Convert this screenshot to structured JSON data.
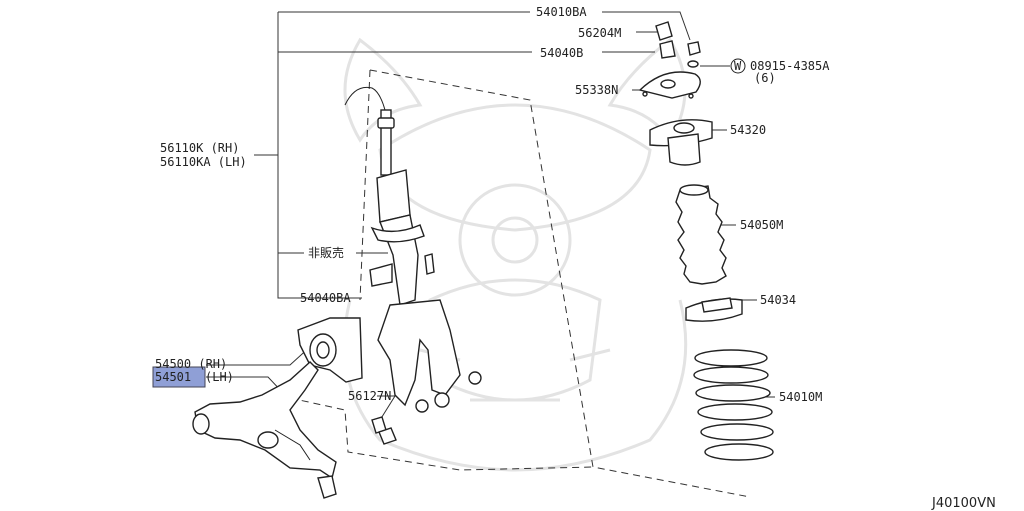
{
  "labels": {
    "p54010BA": "54010BA",
    "p56204M": "56204M",
    "p54040B": "54040B",
    "p08915_4385A": "08915-4385A",
    "p08915_qty": "(6)",
    "w_symbol": "W",
    "p55338N": "55338N",
    "p54320": "54320",
    "p56110K": "56110K (RH)",
    "p56110KA": "56110KA (LH)",
    "p54050M": "54050M",
    "p_notsold": "非販売",
    "p54034": "54034",
    "p54040BA": "54040BA",
    "p54500": "54500 (RH)",
    "p54501": "54501",
    "p54501_side": "(LH)",
    "p56127N": "56127N",
    "p54010M": "54010M",
    "diagram_id": "J40100VN"
  },
  "colors": {
    "highlight": "#8f9fd6",
    "line": "#333333",
    "watermark": "#e3e3e3"
  }
}
